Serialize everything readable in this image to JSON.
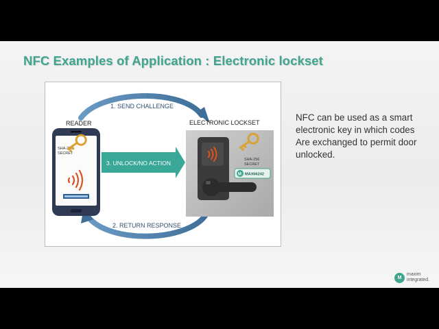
{
  "slide": {
    "title": "NFC Examples of Application : Electronic lockset",
    "body_text": "NFC can be used as a smart\nelectronic  key in which codes\nAre exchanged to permit door\nunlocked."
  },
  "diagram": {
    "reader_label": "READER",
    "lockset_label": "ELECTRONIC LOCKSET",
    "step1": "1. SEND CHALLENGE",
    "step2": "2. RETURN RESPONSE",
    "step3": "3. UNLOCK/NO ACTION",
    "phone_key_label_1": "SHA-256",
    "phone_key_label_2": "SECRET",
    "lock_key_label_1": "SHA-256",
    "lock_key_label_2": "SECRET",
    "chip_label": "MAX66242"
  },
  "logo": {
    "mark": "M",
    "text": "maxim\nintegrated."
  },
  "colors": {
    "accent": "#3fa58f",
    "arrow": "#4b7fa8",
    "step3_arrow": "#3aa896",
    "key": "#d9a233",
    "nfc_waves": "#d9531e"
  }
}
